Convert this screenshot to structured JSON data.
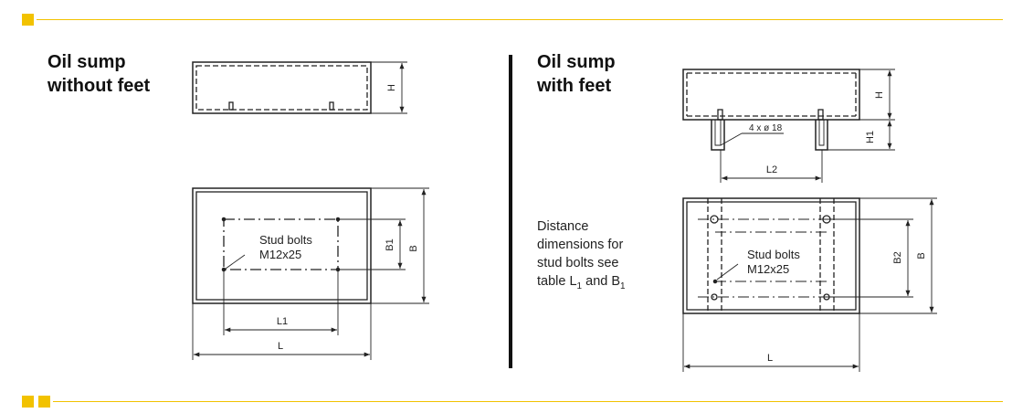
{
  "colors": {
    "accent": "#f2c200",
    "ink": "#222222",
    "divider": "#111111"
  },
  "left_panel": {
    "title_line1": "Oil sump",
    "title_line2": "without feet",
    "dim_h": "H",
    "dim_b1": "B1",
    "dim_b": "B",
    "dim_l1": "L1",
    "dim_l": "L",
    "callout_line1": "Stud bolts",
    "callout_line2": "M12x25"
  },
  "right_panel": {
    "title_line1": "Oil sump",
    "title_line2": "with feet",
    "note_line1": "Distance",
    "note_line2": "dimensions for",
    "note_line3": "stud bolts see",
    "note_line4_prefix": "table L",
    "note_line4_sub1": "1",
    "note_line4_mid": " and B",
    "note_line4_sub2": "1",
    "dim_h": "H",
    "dim_h1": "H1",
    "dim_holes": "4 x ø 18",
    "dim_l2": "L2",
    "dim_b2": "B2",
    "dim_b": "B",
    "dim_l": "L",
    "callout_line1": "Stud bolts",
    "callout_line2": "M12x25"
  }
}
